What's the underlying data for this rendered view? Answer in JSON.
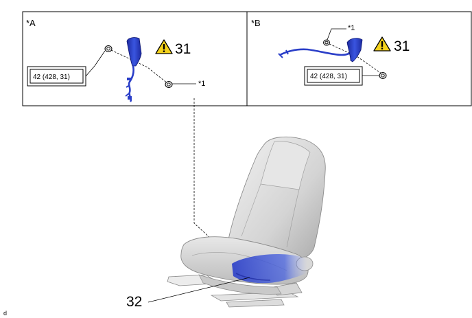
{
  "panels": [
    {
      "label": "*A",
      "torque": "42 (428, 31)",
      "note": "*1",
      "callout": "31"
    },
    {
      "label": "*B",
      "torque": "42 (428, 31)",
      "note": "*1",
      "callout": "31"
    }
  ],
  "main_callout": "32",
  "corner_mark": "d",
  "icons": {
    "warning": "warning-triangle-icon",
    "bolt": "bolt-icon"
  },
  "colors": {
    "part_blue": "#2a3ec8",
    "warning_yellow": "#f4d21c",
    "frame": "#000000"
  }
}
